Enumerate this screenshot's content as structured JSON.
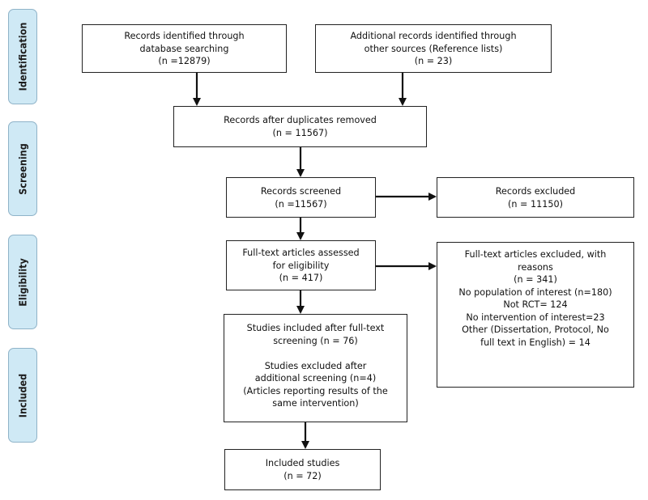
{
  "stages": {
    "identification": "Identification",
    "screening": "Screening",
    "eligibility": "Eligibility",
    "included": "Included"
  },
  "boxes": {
    "database_search": "Records identified through\ndatabase searching\n(n =12879)",
    "other_sources": "Additional records identified through\nother sources (Reference lists)\n(n = 23)",
    "after_duplicates": "Records after duplicates removed\n(n = 11567)",
    "screened": "Records screened\n(n =11567)",
    "excluded": "Records excluded\n(n = 11150)",
    "fulltext_assessed": "Full-text articles assessed\nfor eligibility\n(n = 417)",
    "fulltext_excluded": "Full-text articles excluded, with\nreasons\n(n = 341)\nNo population of interest (n=180)\nNot RCT= 124\nNo intervention of interest=23\nOther (Dissertation, Protocol, No\nfull text in English) = 14",
    "studies_included_fulltext": "Studies included after full-text\nscreening (n = 76)\n\nStudies excluded after\nadditional screening (n=4)\n(Articles reporting results of the\nsame intervention)",
    "included_studies": "Included studies\n(n = 72)"
  },
  "colors": {
    "stage_fill": "#cfe9f5",
    "stage_border": "#8fb3c8",
    "box_border": "#222222",
    "arrow": "#111111"
  }
}
